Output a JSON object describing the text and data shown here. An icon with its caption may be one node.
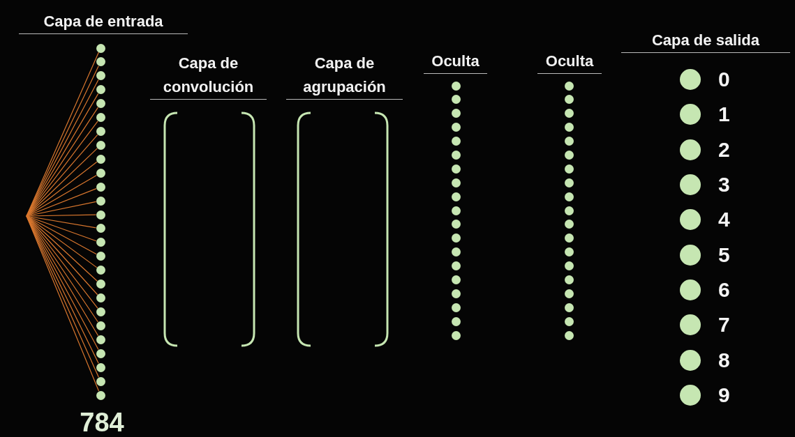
{
  "diagram": {
    "nodes": [
      {
        "text": [],
        "shape": "circle"
      },
      {
        "text": [],
        "shape": "circle"
      },
      {
        "text": [],
        "shape": "circle"
      },
      {
        "text": [],
        "shape": "circle"
      },
      {
        "text": [],
        "shape": "circle"
      },
      {
        "text": [],
        "shape": "circle"
      },
      {
        "text": [],
        "shape": "circle"
      },
      {
        "text": [],
        "shape": "circle"
      },
      {
        "text": [],
        "shape": "circle"
      },
      {
        "text": [],
        "shape": "circle"
      },
      {
        "text": [],
        "shape": "circle"
      },
      {
        "text": [],
        "shape": "circle"
      },
      {
        "text": [],
        "shape": "circle"
      },
      {
        "text": [],
        "shape": "circle"
      },
      {
        "text": [],
        "shape": "circle"
      },
      {
        "text": [],
        "shape": "circle"
      },
      {
        "text": [],
        "shape": "circle"
      },
      {
        "text": [],
        "shape": "circle"
      },
      {
        "text": [],
        "shape": "circle"
      },
      {
        "text": [],
        "shape": "circle"
      },
      {
        "text": [],
        "shape": "circle"
      },
      {
        "text": [],
        "shape": "circle"
      },
      {
        "text": [],
        "shape": "circle"
      },
      {
        "text": [],
        "shape": "circle"
      },
      {
        "text": [],
        "shape": "circle"
      },
      {
        "text": [],
        "shape": "circle"
      },
      {
        "text": [],
        "shape": "brackets"
      },
      {
        "text": [],
        "shape": "brackets"
      },
      {
        "text": [],
        "shape": "circle"
      },
      {
        "text": [],
        "shape": "circle"
      },
      {
        "text": [],
        "shape": "circle"
      },
      {
        "text": [],
        "shape": "circle"
      },
      {
        "text": [],
        "shape": "circle"
      },
      {
        "text": [],
        "shape": "circle"
      },
      {
        "text": [],
        "shape": "circle"
      },
      {
        "text": [],
        "shape": "circle"
      },
      {
        "text": [],
        "shape": "circle"
      },
      {
        "text": [],
        "shape": "circle"
      },
      {
        "text": [],
        "shape": "circle"
      },
      {
        "text": [],
        "shape": "circle"
      },
      {
        "text": [],
        "shape": "circle"
      },
      {
        "text": [],
        "shape": "circle"
      },
      {
        "text": [],
        "shape": "circle"
      },
      {
        "text": [],
        "shape": "circle"
      },
      {
        "text": [],
        "shape": "circle"
      },
      {
        "text": [],
        "shape": "circle"
      },
      {
        "text": [],
        "shape": "circle"
      },
      {
        "text": [],
        "shape": "circle"
      },
      {
        "text": [],
        "shape": "circle"
      },
      {
        "text": [],
        "shape": "circle"
      },
      {
        "text": [],
        "shape": "circle"
      },
      {
        "text": [],
        "shape": "circle"
      },
      {
        "text": [],
        "shape": "circle"
      },
      {
        "text": [],
        "shape": "circle"
      },
      {
        "text": [],
        "shape": "circle"
      },
      {
        "text": [],
        "shape": "circle"
      },
      {
        "text": [],
        "shape": "circle"
      },
      {
        "text": [],
        "shape": "circle"
      },
      {
        "text": [],
        "shape": "circle"
      },
      {
        "text": [],
        "shape": "circle"
      },
      {
        "text": [],
        "shape": "circle"
      },
      {
        "text": [],
        "shape": "circle"
      },
      {
        "text": [],
        "shape": "circle"
      },
      {
        "text": [],
        "shape": "circle"
      },
      {
        "text": [],
        "shape": "circle"
      },
      {
        "text": [],
        "shape": "circle"
      },
      {
        "text": [],
        "shape": "circle",
        "beside": [
          "0"
        ]
      },
      {
        "text": [],
        "shape": "circle",
        "beside": [
          "1"
        ]
      },
      {
        "text": [],
        "shape": "circle",
        "beside": [
          "2"
        ]
      },
      {
        "text": [],
        "shape": "circle",
        "beside": [
          "3"
        ]
      },
      {
        "text": [],
        "shape": "circle",
        "beside": [
          "4"
        ]
      },
      {
        "text": [],
        "shape": "circle",
        "beside": [
          "5"
        ]
      },
      {
        "text": [],
        "shape": "circle",
        "beside": [
          "6"
        ]
      },
      {
        "text": [],
        "shape": "circle",
        "beside": [
          "7"
        ]
      },
      {
        "text": [],
        "shape": "circle",
        "beside": [
          "8"
        ]
      },
      {
        "text": [],
        "shape": "circle",
        "beside": [
          "9"
        ]
      }
    ],
    "edges": [
      {
        "from": null,
        "to": 0,
        "arrow": "none"
      },
      {
        "from": null,
        "to": 1,
        "arrow": "none"
      },
      {
        "from": null,
        "to": 2,
        "arrow": "none"
      },
      {
        "from": null,
        "to": 3,
        "arrow": "none"
      },
      {
        "from": null,
        "to": 4,
        "arrow": "none"
      },
      {
        "from": null,
        "to": 5,
        "arrow": "none"
      },
      {
        "from": null,
        "to": 6,
        "arrow": "none"
      },
      {
        "from": null,
        "to": 7,
        "arrow": "none"
      },
      {
        "from": null,
        "to": 8,
        "arrow": "none"
      },
      {
        "from": null,
        "to": 9,
        "arrow": "none"
      },
      {
        "from": null,
        "to": 10,
        "arrow": "none"
      },
      {
        "from": null,
        "to": 11,
        "arrow": "none"
      },
      {
        "from": null,
        "to": 12,
        "arrow": "none"
      },
      {
        "from": null,
        "to": 13,
        "arrow": "none"
      },
      {
        "from": null,
        "to": 14,
        "arrow": "none"
      },
      {
        "from": null,
        "to": 15,
        "arrow": "none"
      },
      {
        "from": null,
        "to": 16,
        "arrow": "none"
      },
      {
        "from": null,
        "to": 17,
        "arrow": "none"
      },
      {
        "from": null,
        "to": 18,
        "arrow": "none"
      },
      {
        "from": null,
        "to": 19,
        "arrow": "none"
      },
      {
        "from": null,
        "to": 20,
        "arrow": "none"
      },
      {
        "from": null,
        "to": 21,
        "arrow": "none"
      },
      {
        "from": null,
        "to": 22,
        "arrow": "none"
      },
      {
        "from": null,
        "to": 23,
        "arrow": "none"
      },
      {
        "from": null,
        "to": 24,
        "arrow": "none"
      },
      {
        "from": null,
        "to": 25,
        "arrow": "none"
      }
    ],
    "labels": [
      "Capa de entrada",
      "Capa de convolución",
      "Capa de agrupación",
      "Oculta",
      "Oculta",
      "Capa de salida",
      "784"
    ]
  }
}
